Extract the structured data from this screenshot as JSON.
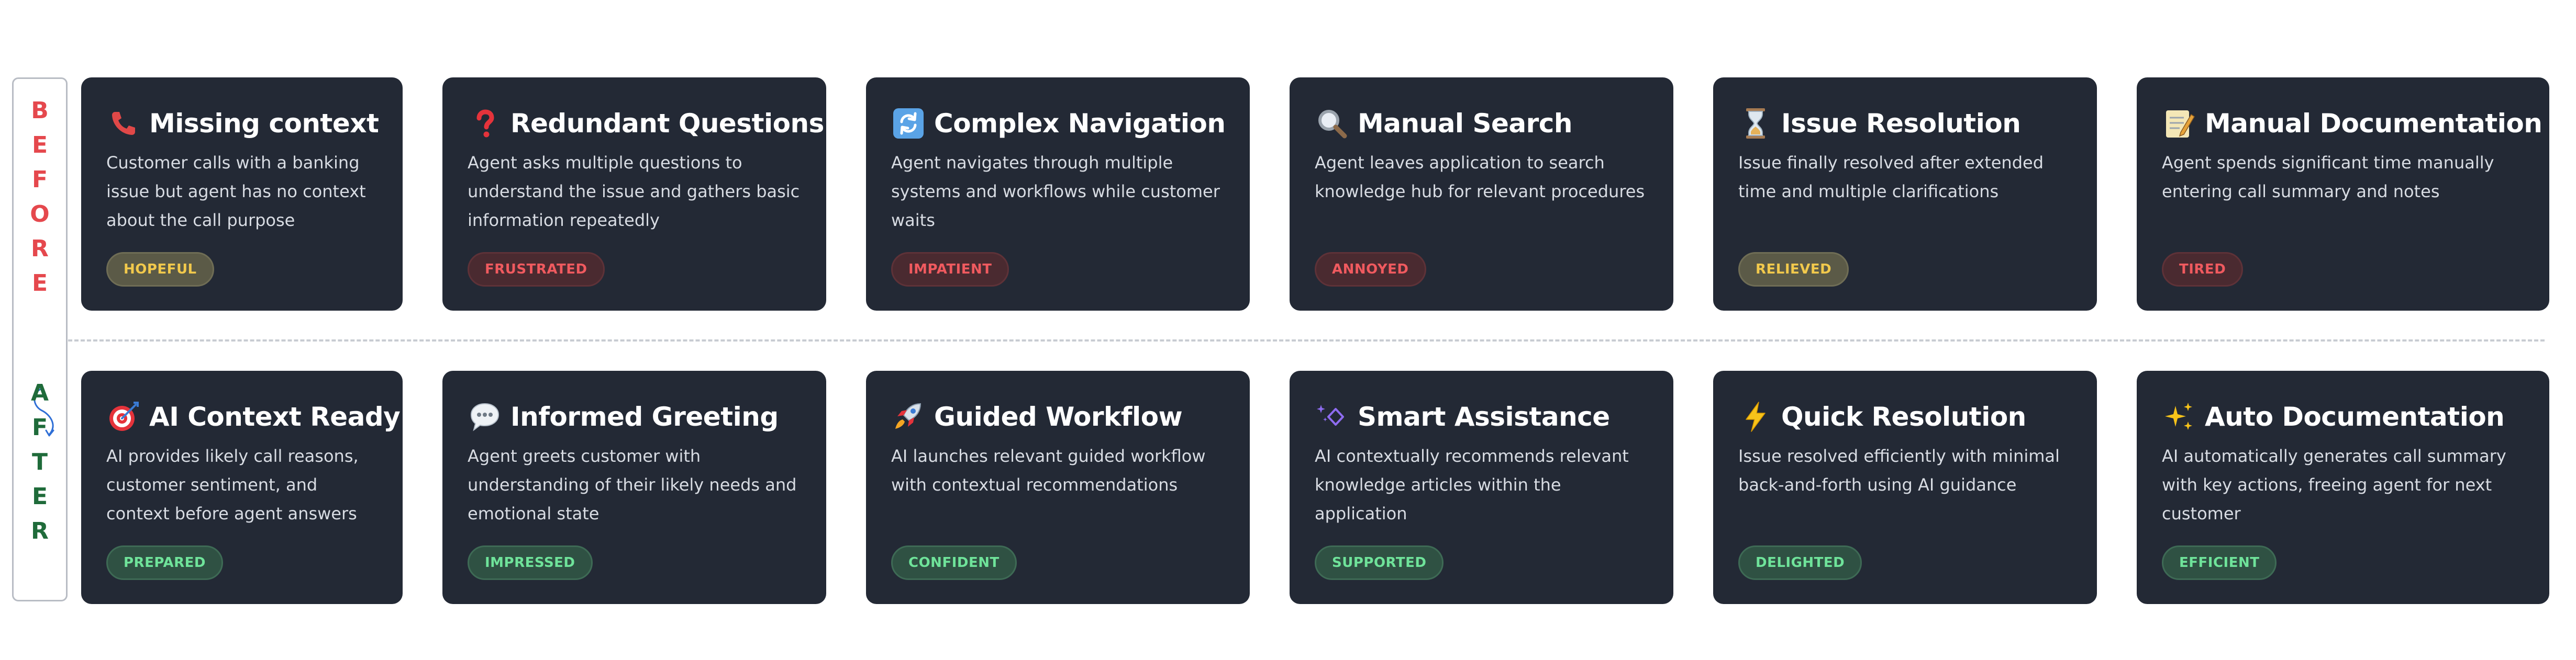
{
  "side": {
    "before_letters": [
      "B",
      "E",
      "F",
      "O",
      "R",
      "E"
    ],
    "after_letters": [
      "A",
      "F",
      "T",
      "E",
      "R"
    ]
  },
  "before_cards": [
    {
      "icon": "telephone-icon",
      "title": "Missing context",
      "desc": "Customer calls with a banking issue but agent has no context about the call purpose",
      "badge": "HOPEFUL",
      "badge_style": "hope"
    },
    {
      "icon": "question-mark-icon",
      "title": "Redundant Questions",
      "desc": "Agent asks multiple questions to understand the issue and gathers basic information repeatedly",
      "badge": "FRUSTRATED",
      "badge_style": "neg"
    },
    {
      "icon": "refresh-icon",
      "title": "Complex Navigation",
      "desc": "Agent navigates through multiple systems and workflows while customer waits",
      "badge": "IMPATIENT",
      "badge_style": "neg"
    },
    {
      "icon": "magnifier-icon",
      "title": "Manual Search",
      "desc": "Agent leaves application to search knowledge hub for relevant procedures",
      "badge": "ANNOYED",
      "badge_style": "neg"
    },
    {
      "icon": "hourglass-icon",
      "title": "Issue Resolution",
      "desc": "Issue finally resolved after extended time and multiple clarifications",
      "badge": "RELIEVED",
      "badge_style": "relief"
    },
    {
      "icon": "memo-icon",
      "title": "Manual Documentation",
      "desc": "Agent spends significant time manually entering call summary and notes",
      "badge": "TIRED",
      "badge_style": "neg"
    }
  ],
  "after_cards": [
    {
      "icon": "target-icon",
      "title": "AI Context Ready",
      "desc": "AI provides likely call reasons, customer sentiment, and context before agent answers",
      "badge": "PREPARED",
      "badge_style": "pos"
    },
    {
      "icon": "speech-bubble-icon",
      "title": "Informed Greeting",
      "desc": "Agent greets customer with understanding of their likely needs and emotional state",
      "badge": "IMPRESSED",
      "badge_style": "pos"
    },
    {
      "icon": "rocket-icon",
      "title": "Guided Workflow",
      "desc": "AI launches relevant guided workflow with contextual recommendations",
      "badge": "CONFIDENT",
      "badge_style": "pos"
    },
    {
      "icon": "sparkle-diamond-icon",
      "title": "Smart Assistance",
      "desc": "AI contextually recommends relevant knowledge articles within the application",
      "badge": "SUPPORTED",
      "badge_style": "pos"
    },
    {
      "icon": "lightning-icon",
      "title": "Quick Resolution",
      "desc": "Issue resolved efficiently with minimal back-and-forth using AI guidance",
      "badge": "DELIGHTED",
      "badge_style": "pos"
    },
    {
      "icon": "sparkles-icon",
      "title": "Auto Documentation",
      "desc": "AI automatically generates call summary with key actions, freeing agent for next customer",
      "badge": "EFFICIENT",
      "badge_style": "pos"
    }
  ]
}
